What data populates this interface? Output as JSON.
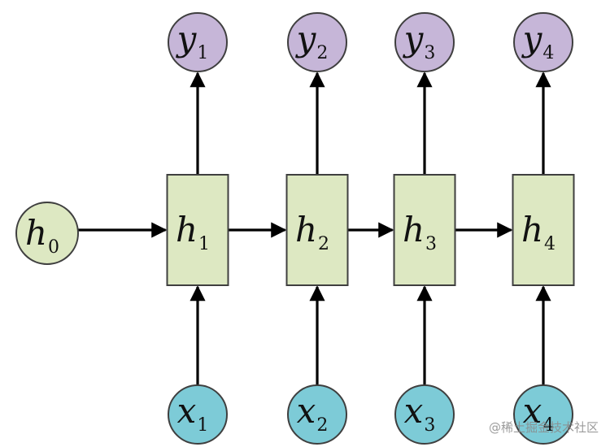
{
  "colors": {
    "hidden_fill": "#dde8c2",
    "output_fill": "#c6b6d8",
    "input_fill": "#7dcbd7",
    "stroke": "#3f3f3f",
    "arrow": "#000000"
  },
  "diagram": {
    "initial_state": {
      "letter": "h",
      "subscript": "0"
    },
    "steps": [
      {
        "input": {
          "letter": "x",
          "subscript": "1"
        },
        "hidden": {
          "letter": "h",
          "subscript": "1"
        },
        "output": {
          "letter": "y",
          "subscript": "1"
        }
      },
      {
        "input": {
          "letter": "x",
          "subscript": "2"
        },
        "hidden": {
          "letter": "h",
          "subscript": "2"
        },
        "output": {
          "letter": "y",
          "subscript": "2"
        }
      },
      {
        "input": {
          "letter": "x",
          "subscript": "3"
        },
        "hidden": {
          "letter": "h",
          "subscript": "3"
        },
        "output": {
          "letter": "y",
          "subscript": "3"
        }
      },
      {
        "input": {
          "letter": "x",
          "subscript": "4"
        },
        "hidden": {
          "letter": "h",
          "subscript": "4"
        },
        "output": {
          "letter": "y",
          "subscript": "4"
        }
      }
    ]
  },
  "watermark": "@稀土掘金技术社区"
}
